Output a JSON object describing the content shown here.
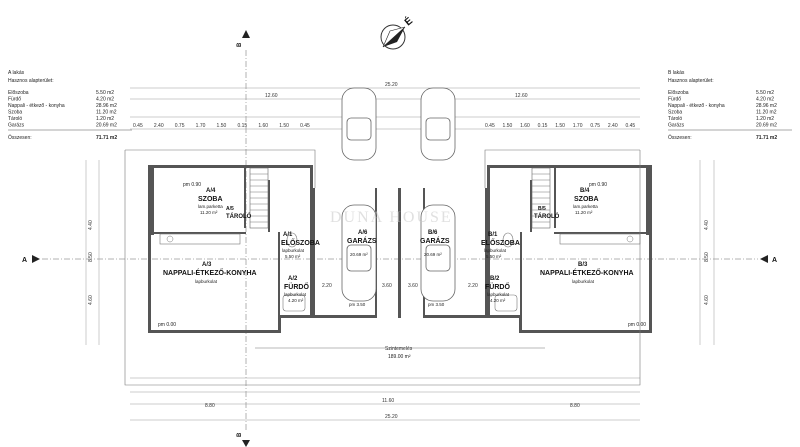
{
  "north_symbol": "É",
  "section_marks": {
    "a": "A",
    "b": "B"
  },
  "watermark": "DUNA HOUSE",
  "legend_left": {
    "title": "A lakás",
    "subtitle": "Hasznos alapterület:",
    "rows": [
      {
        "label": "Előszoba",
        "value": "5.50 m2"
      },
      {
        "label": "Fürdő",
        "value": "4.20 m2"
      },
      {
        "label": "Nappali - étkező - konyha",
        "value": "28.96 m2"
      },
      {
        "label": "Szoba",
        "value": "11.20 m2"
      },
      {
        "label": "Tároló",
        "value": "1.20 m2"
      },
      {
        "label": "Garázs",
        "value": "20.69 m2"
      }
    ],
    "total_label": "Összesen:",
    "total_value": "71.71 m2"
  },
  "legend_right": {
    "title": "B lakás",
    "subtitle": "Hasznos alapterület:",
    "rows": [
      {
        "label": "Előszoba",
        "value": "5.50 m2"
      },
      {
        "label": "Fürdő",
        "value": "4.20 m2"
      },
      {
        "label": "Nappali - étkező - konyha",
        "value": "28.96 m2"
      },
      {
        "label": "Szoba",
        "value": "11.20 m2"
      },
      {
        "label": "Tároló",
        "value": "1.20 m2"
      },
      {
        "label": "Garázs",
        "value": "20.69 m2"
      }
    ],
    "total_label": "Összesen:",
    "total_value": "71.71 m2"
  },
  "rooms": {
    "a4": {
      "code": "A/4",
      "name": "SZOBA",
      "floor": "lam.parketta",
      "area": "11.20 m²"
    },
    "a5": {
      "code": "A/5",
      "name": "TÁROLÓ"
    },
    "a1": {
      "code": "A/1",
      "name": "ELŐSZOBA",
      "floor": "lapburkolat",
      "area": "5.50 m²"
    },
    "a6": {
      "code": "A/6",
      "name": "GARÁZS",
      "area": "20.69 m²"
    },
    "a3": {
      "code": "A/3",
      "name": "NAPPALI-ÉTKEZŐ-KONYHA",
      "floor": "lapburkolat"
    },
    "a2": {
      "code": "A/2",
      "name": "FÜRDŐ",
      "floor": "lapburkolat",
      "area": "4.20 m²"
    },
    "b6": {
      "code": "B/6",
      "name": "GARÁZS",
      "area": "20.69 m²"
    },
    "b1": {
      "code": "B/1",
      "name": "ELŐSZOBA",
      "floor": "lapburkolat",
      "area": "5.50 m²"
    },
    "b4": {
      "code": "B/4",
      "name": "SZOBA",
      "floor": "lam.parketta",
      "area": "11.20 m²"
    },
    "b5": {
      "code": "B/5",
      "name": "TÁROLÓ"
    },
    "b3": {
      "code": "B/3",
      "name": "NAPPALI-ÉTKEZŐ-KONYHA",
      "floor": "lapburkolat"
    },
    "b2": {
      "code": "B/2",
      "name": "FÜRDŐ",
      "floor": "lapburkolat",
      "area": "4.20 m²"
    }
  },
  "ceiling_heights": {
    "left_room": "pm 0.90",
    "right_room": "pm 0.90",
    "left_living": "pm 0.00",
    "right_living": "pm 0.00"
  },
  "garage_heights": {
    "left": "pm 3.50",
    "right": "pm 3.50"
  },
  "terrace": {
    "label": "Szintemelés",
    "area": "189.00 m²"
  },
  "dimensions": {
    "overall": "25.20",
    "half_left": "12.60",
    "half_right": "12.60",
    "bottom_total": "25.20",
    "bottom_left": "8.80",
    "bottom_mid": "11.60",
    "bottom_right": "8.80",
    "top_left_segments": [
      "0.45",
      "2.40",
      "0.75",
      "1.70",
      "1.50",
      "0.15",
      "1.60",
      "1.50",
      "0.45"
    ],
    "top_right_segments": [
      "0.45",
      "1.50",
      "1.60",
      "0.15",
      "1.50",
      "1.70",
      "0.75",
      "2.40",
      "0.45"
    ],
    "side_heights": [
      "4.40",
      "8.50",
      "4.60"
    ],
    "garage_widths": [
      "2.20",
      "3.60",
      "3.60",
      "2.20"
    ]
  }
}
